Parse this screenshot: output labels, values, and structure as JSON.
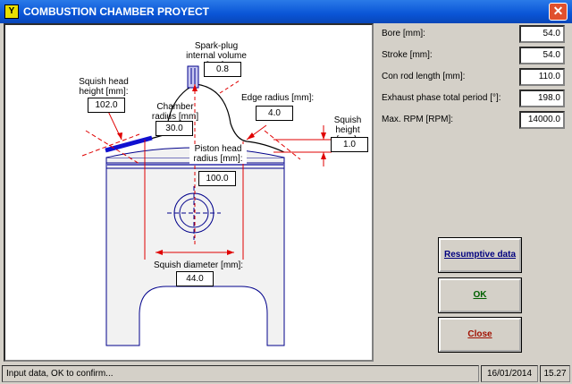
{
  "window": {
    "title": "COMBUSTION CHAMBER PROYECT",
    "close_glyph": "✕",
    "icon_glyph": "Y"
  },
  "diagram": {
    "spark_plug_label": "Spark-plug internal volume [CC]:",
    "spark_plug_value": "0.8",
    "squish_head_height_label": "Squish head height [mm]:",
    "squish_head_height_value": "102.0",
    "chamber_radius_label": "Chamber radius [mm]",
    "chamber_radius_value": "30.0",
    "edge_radius_label": "Edge radius [mm]:",
    "edge_radius_value": "4.0",
    "squish_height_label": "Squish height [mm]:",
    "squish_height_value": "1.0",
    "piston_head_radius_label": "Piston head radius [mm]:",
    "piston_head_radius_value": "100.0",
    "squish_diameter_label": "Squish diameter [mm]:",
    "squish_diameter_value": "44.0"
  },
  "properties": [
    {
      "label": "Bore [mm]:",
      "value": "54.0"
    },
    {
      "label": "Stroke [mm]:",
      "value": "54.0"
    },
    {
      "label": "Con rod length [mm]:",
      "value": "110.0"
    },
    {
      "label": "Exhaust phase total period [°]:",
      "value": "198.0"
    },
    {
      "label": "Max. RPM [RPM]:",
      "value": "14000.0"
    }
  ],
  "buttons": {
    "resumptive": "Resumptive data",
    "ok": "OK",
    "close": "Close"
  },
  "status": {
    "message": "Input data, OK to confirm...",
    "date": "16/01/2014",
    "time": "15.27"
  }
}
